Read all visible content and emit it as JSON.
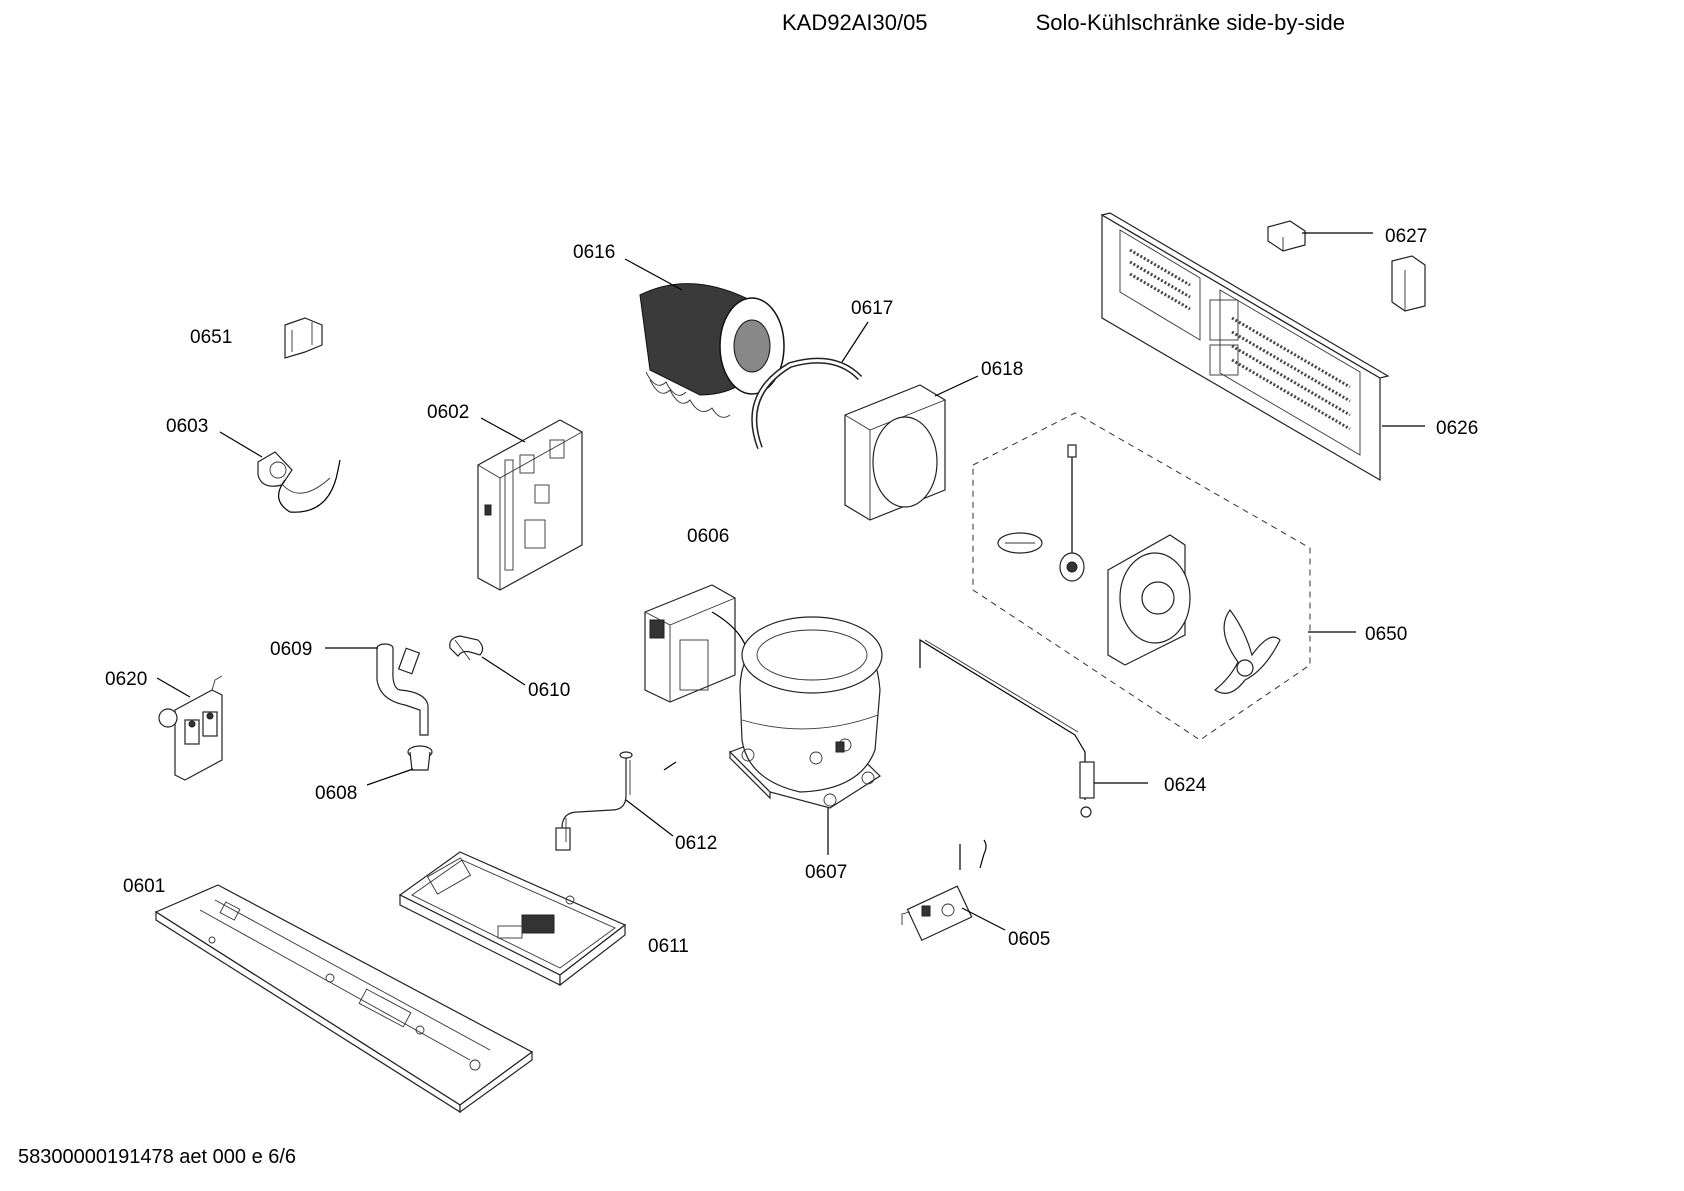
{
  "header": {
    "model": "KAD92AI30/05",
    "title": "Solo-Kühlschränke side-by-side"
  },
  "footer": {
    "document_code": "58300000191478 aet 000 e 6/6"
  },
  "parts": [
    {
      "id": "p0601",
      "label": "0601"
    },
    {
      "id": "p0602",
      "label": "0602"
    },
    {
      "id": "p0603",
      "label": "0603"
    },
    {
      "id": "p0605",
      "label": "0605"
    },
    {
      "id": "p0606",
      "label": "0606"
    },
    {
      "id": "p0607",
      "label": "0607"
    },
    {
      "id": "p0608",
      "label": "0608"
    },
    {
      "id": "p0609",
      "label": "0609"
    },
    {
      "id": "p0610",
      "label": "0610"
    },
    {
      "id": "p0611",
      "label": "0611"
    },
    {
      "id": "p0612",
      "label": "0612"
    },
    {
      "id": "p0616",
      "label": "0616"
    },
    {
      "id": "p0617",
      "label": "0617"
    },
    {
      "id": "p0618",
      "label": "0618"
    },
    {
      "id": "p0620",
      "label": "0620"
    },
    {
      "id": "p0624",
      "label": "0624"
    },
    {
      "id": "p0626",
      "label": "0626"
    },
    {
      "id": "p0627",
      "label": "0627"
    },
    {
      "id": "p0650",
      "label": "0650"
    },
    {
      "id": "p0651",
      "label": "0651"
    }
  ]
}
